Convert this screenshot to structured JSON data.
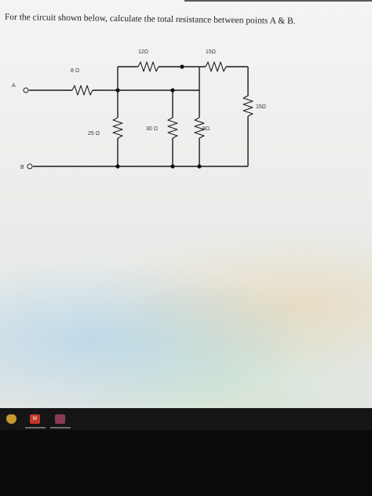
{
  "question": "For the circuit shown below, calculate the total resistance between points A & B.",
  "terminals": {
    "a": "A",
    "b": "B"
  },
  "resistors": {
    "r8_top": "8 Ω",
    "r12": "12Ω",
    "r15_top": "15Ω",
    "r15_right": "15Ω",
    "r25": "25 Ω",
    "r30": "30 Ω",
    "r8_right": "8Ω"
  },
  "taskbar": {
    "word_icon_text": "W"
  },
  "colors": {
    "wire": "#1a1a1a",
    "taskbar": "#151517"
  }
}
